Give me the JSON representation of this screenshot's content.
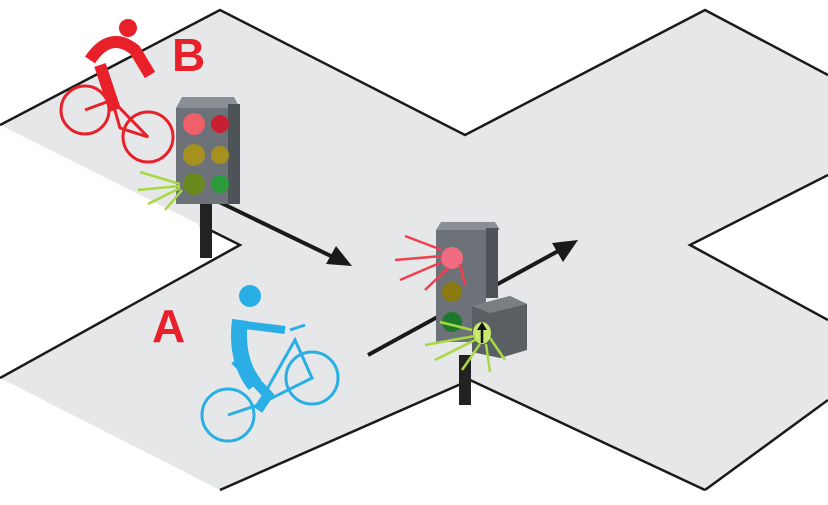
{
  "labels": {
    "a": "A",
    "b": "B"
  },
  "colors": {
    "road": "#e6e7e8",
    "edge": "#1a1a1a",
    "cyclist_a": "#29aee5",
    "cyclist_b": "#e8202a",
    "signal_red": "#f04050",
    "signal_green": "#a8d840",
    "housing": "#6d7278"
  },
  "icons": [
    "road-intersection",
    "cyclist-a-icon",
    "cyclist-b-icon",
    "traffic-light-left",
    "traffic-light-right",
    "arrow-straight-icon"
  ]
}
